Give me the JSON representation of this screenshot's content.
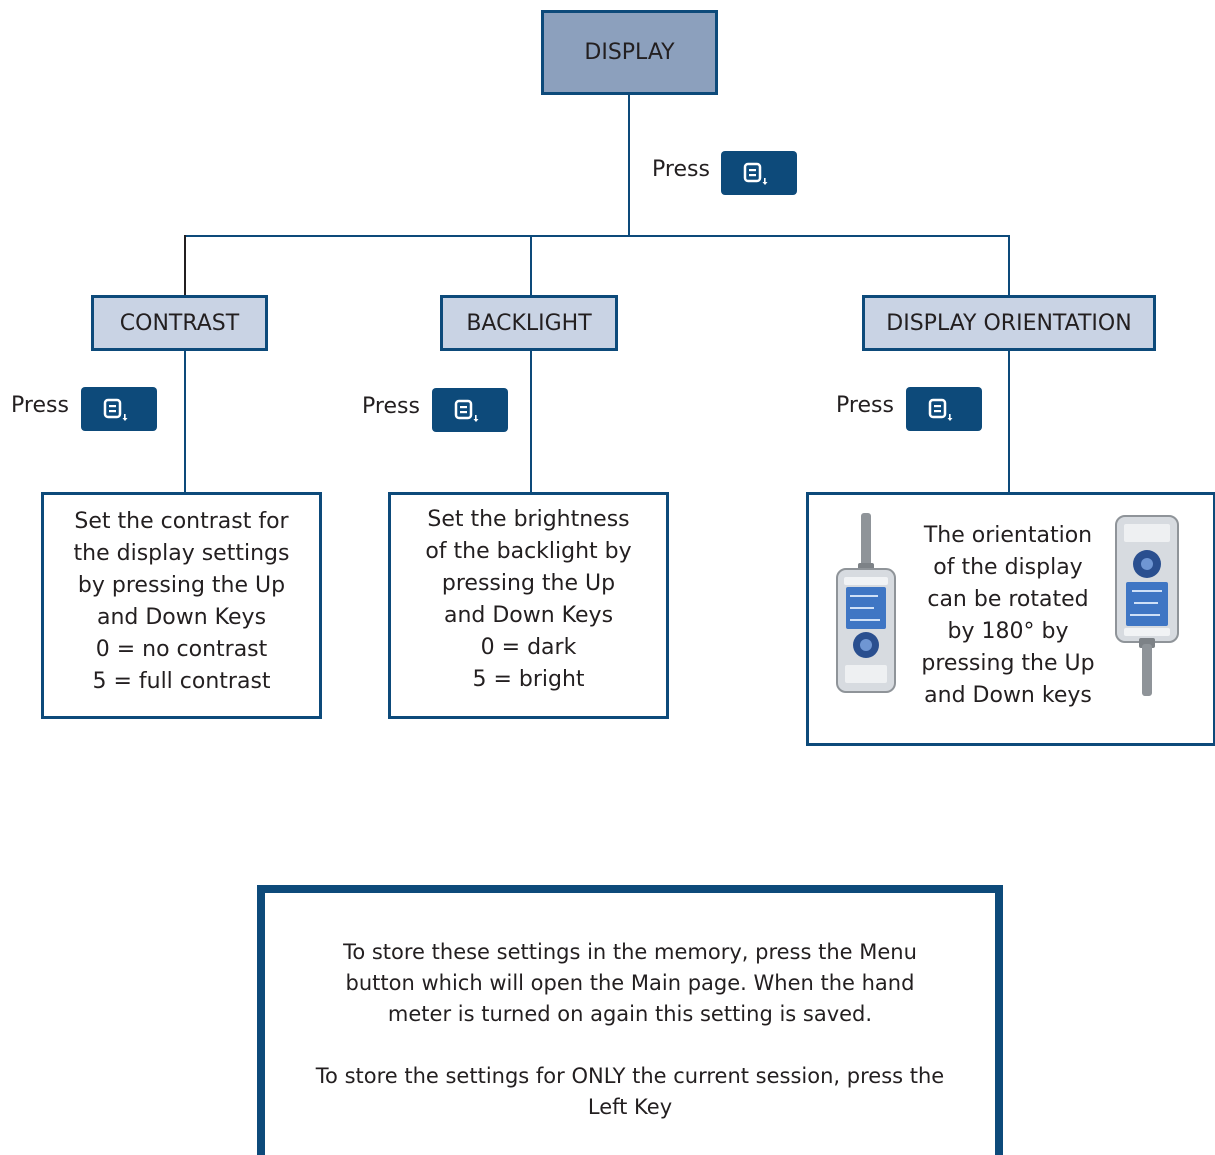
{
  "root": {
    "label": "DISPLAY"
  },
  "press_label": "Press",
  "key_icon": "menu-down-key-icon",
  "branches": [
    {
      "label": "CONTRAST",
      "description": [
        "Set the contrast for",
        "the display settings",
        "by pressing the Up",
        "and Down Keys",
        "0 = no contrast",
        "5 = full contrast"
      ]
    },
    {
      "label": "BACKLIGHT",
      "description": [
        "Set the brightness",
        "of the backlight by",
        "pressing the Up",
        "and Down Keys",
        "0 = dark",
        "5 = bright"
      ]
    },
    {
      "label": "DISPLAY ORIENTATION",
      "description": [
        "The orientation",
        "of the display",
        "can be rotated",
        "by 180° by",
        "pressing the Up",
        "and Down keys"
      ]
    }
  ],
  "note": {
    "paragraph1": "To store these settings in the memory, press the Menu button which will open the Main page.  When the hand meter is turned on again this setting is saved.",
    "paragraph2": "To store the settings for ONLY the current session, press the Left Key"
  },
  "colors": {
    "border": "#0d4a7a",
    "root_fill": "#8ca0bd",
    "node_fill": "#c9d3e4",
    "key_fill": "#0d4a7a"
  }
}
